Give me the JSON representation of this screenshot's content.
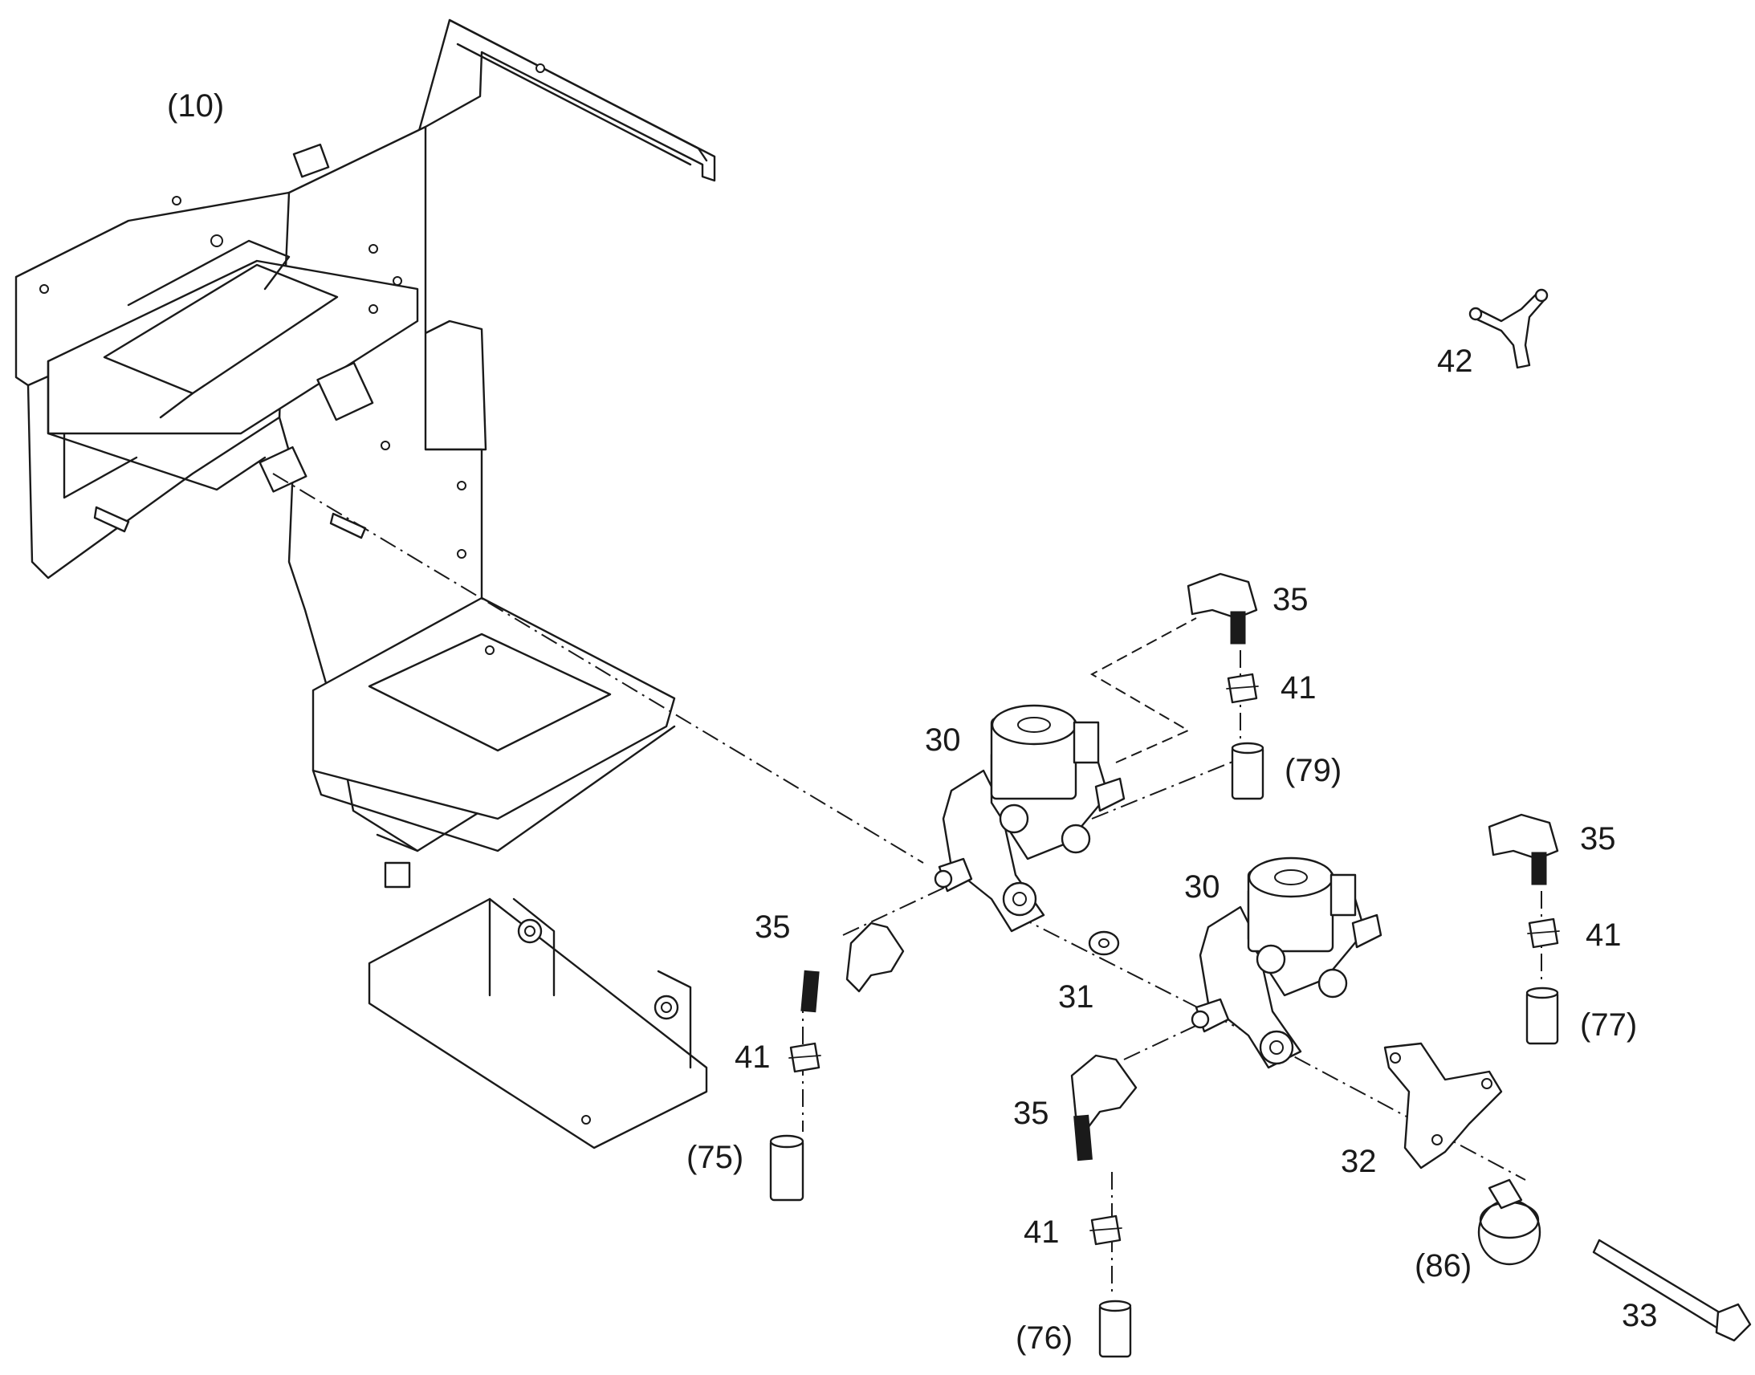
{
  "labels": {
    "frame": "(10)",
    "valve_a": "30",
    "valve_b": "30",
    "washer": "31",
    "bracket": "32",
    "bolt": "33",
    "elbow_a": "35",
    "elbow_b": "35",
    "elbow_c": "35",
    "elbow_d": "35",
    "clamp_a": "41",
    "clamp_b": "41",
    "clamp_c": "41",
    "clamp_d": "41",
    "y_connector": "42",
    "hose_75": "(75)",
    "hose_76": "(76)",
    "hose_77": "(77)",
    "hose_79": "(79)",
    "grommet": "(86)"
  }
}
